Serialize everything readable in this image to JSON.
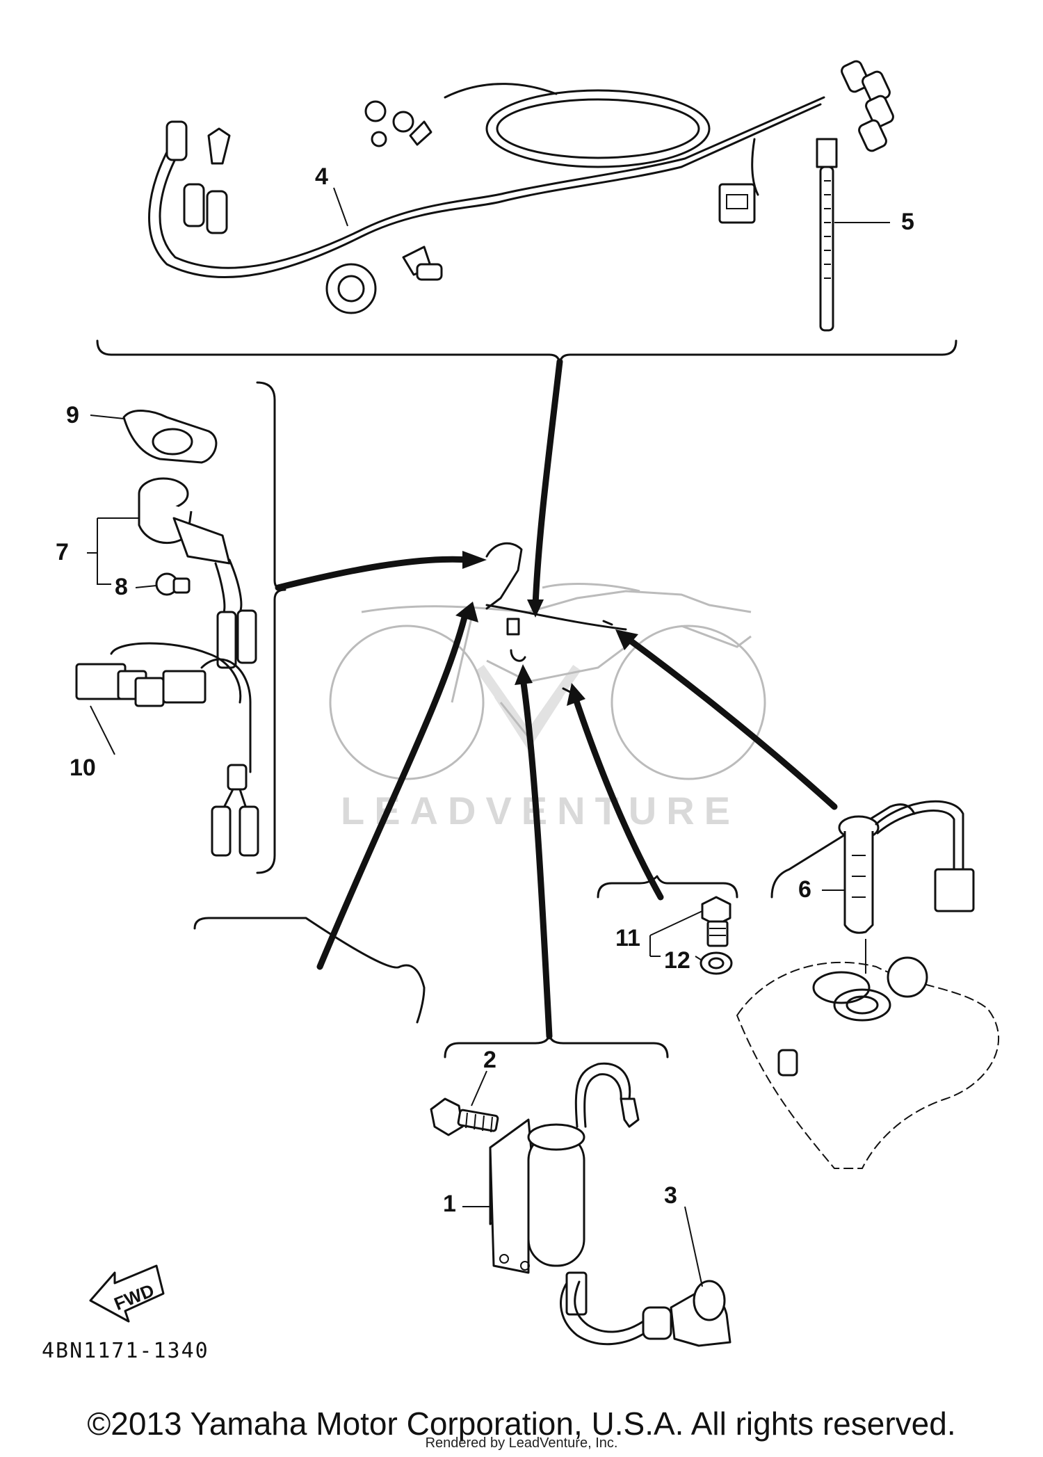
{
  "callouts": [
    {
      "id": "1",
      "label": "1"
    },
    {
      "id": "2",
      "label": "2"
    },
    {
      "id": "3",
      "label": "3"
    },
    {
      "id": "4",
      "label": "4"
    },
    {
      "id": "5",
      "label": "5"
    },
    {
      "id": "6",
      "label": "6"
    },
    {
      "id": "7",
      "label": "7"
    },
    {
      "id": "8",
      "label": "8"
    },
    {
      "id": "9",
      "label": "9"
    },
    {
      "id": "10",
      "label": "10"
    },
    {
      "id": "11",
      "label": "11"
    },
    {
      "id": "12",
      "label": "12"
    }
  ],
  "fwd_label": "FWD",
  "part_code": "4BN1171-1340",
  "watermark": "LEADVENTURE",
  "copyright": "©2013 Yamaha Motor Corporation, U.S.A. All rights reserved.",
  "rendered_by": "Rendered by LeadVenture, Inc."
}
